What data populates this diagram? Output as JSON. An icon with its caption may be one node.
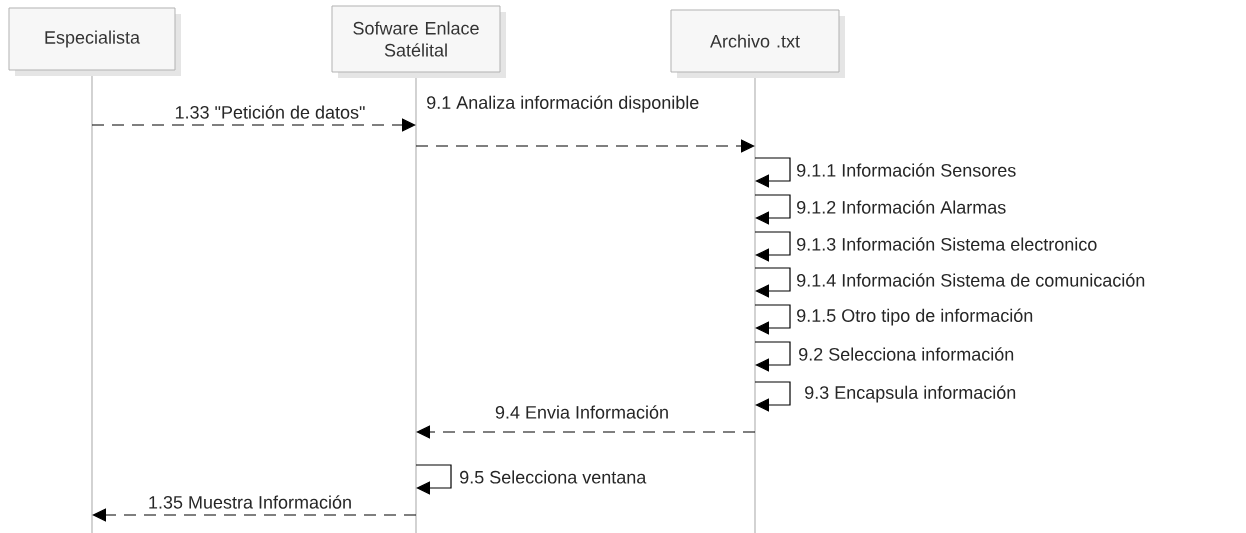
{
  "diagram": {
    "nodes": [
      {
        "text": [
          "Especialista"
        ]
      },
      {
        "text": [
          "Sofware Enlace Satélital"
        ]
      },
      {
        "text": [
          "Archivo .txt"
        ]
      }
    ],
    "edges": [
      {
        "from": 0,
        "to": 1,
        "arrow": "to",
        "label": "1.33 \"Petición de datos\"",
        "style": "dashed"
      },
      {
        "from": 1,
        "to": 2,
        "arrow": "to",
        "label": "9.1 Analiza información disponible",
        "style": "dashed"
      },
      {
        "from": 2,
        "to": 2,
        "arrow": "to",
        "label": "9.1.1 Información Sensores"
      },
      {
        "from": 2,
        "to": 2,
        "arrow": "to",
        "label": "9.1.2 Información Alarmas"
      },
      {
        "from": 2,
        "to": 2,
        "arrow": "to",
        "label": "9.1.3 Información Sistema electronico"
      },
      {
        "from": 2,
        "to": 2,
        "arrow": "to",
        "label": "9.1.4 Información Sistema de comunicación"
      },
      {
        "from": 2,
        "to": 2,
        "arrow": "to",
        "label": "9.1.5 Otro tipo de información"
      },
      {
        "from": 2,
        "to": 2,
        "arrow": "to",
        "label": "9.2 Selecciona información"
      },
      {
        "from": 2,
        "to": 2,
        "arrow": "to",
        "label": "9.3 Encapsula información"
      },
      {
        "from": 2,
        "to": 1,
        "arrow": "to",
        "label": "9.4 Envia Información",
        "style": "dashed"
      },
      {
        "from": 1,
        "to": 1,
        "arrow": "to",
        "label": "9.5 Selecciona ventana"
      },
      {
        "from": 1,
        "to": 0,
        "arrow": "to",
        "label": "1.35 Muestra Información",
        "style": "dashed"
      }
    ]
  }
}
